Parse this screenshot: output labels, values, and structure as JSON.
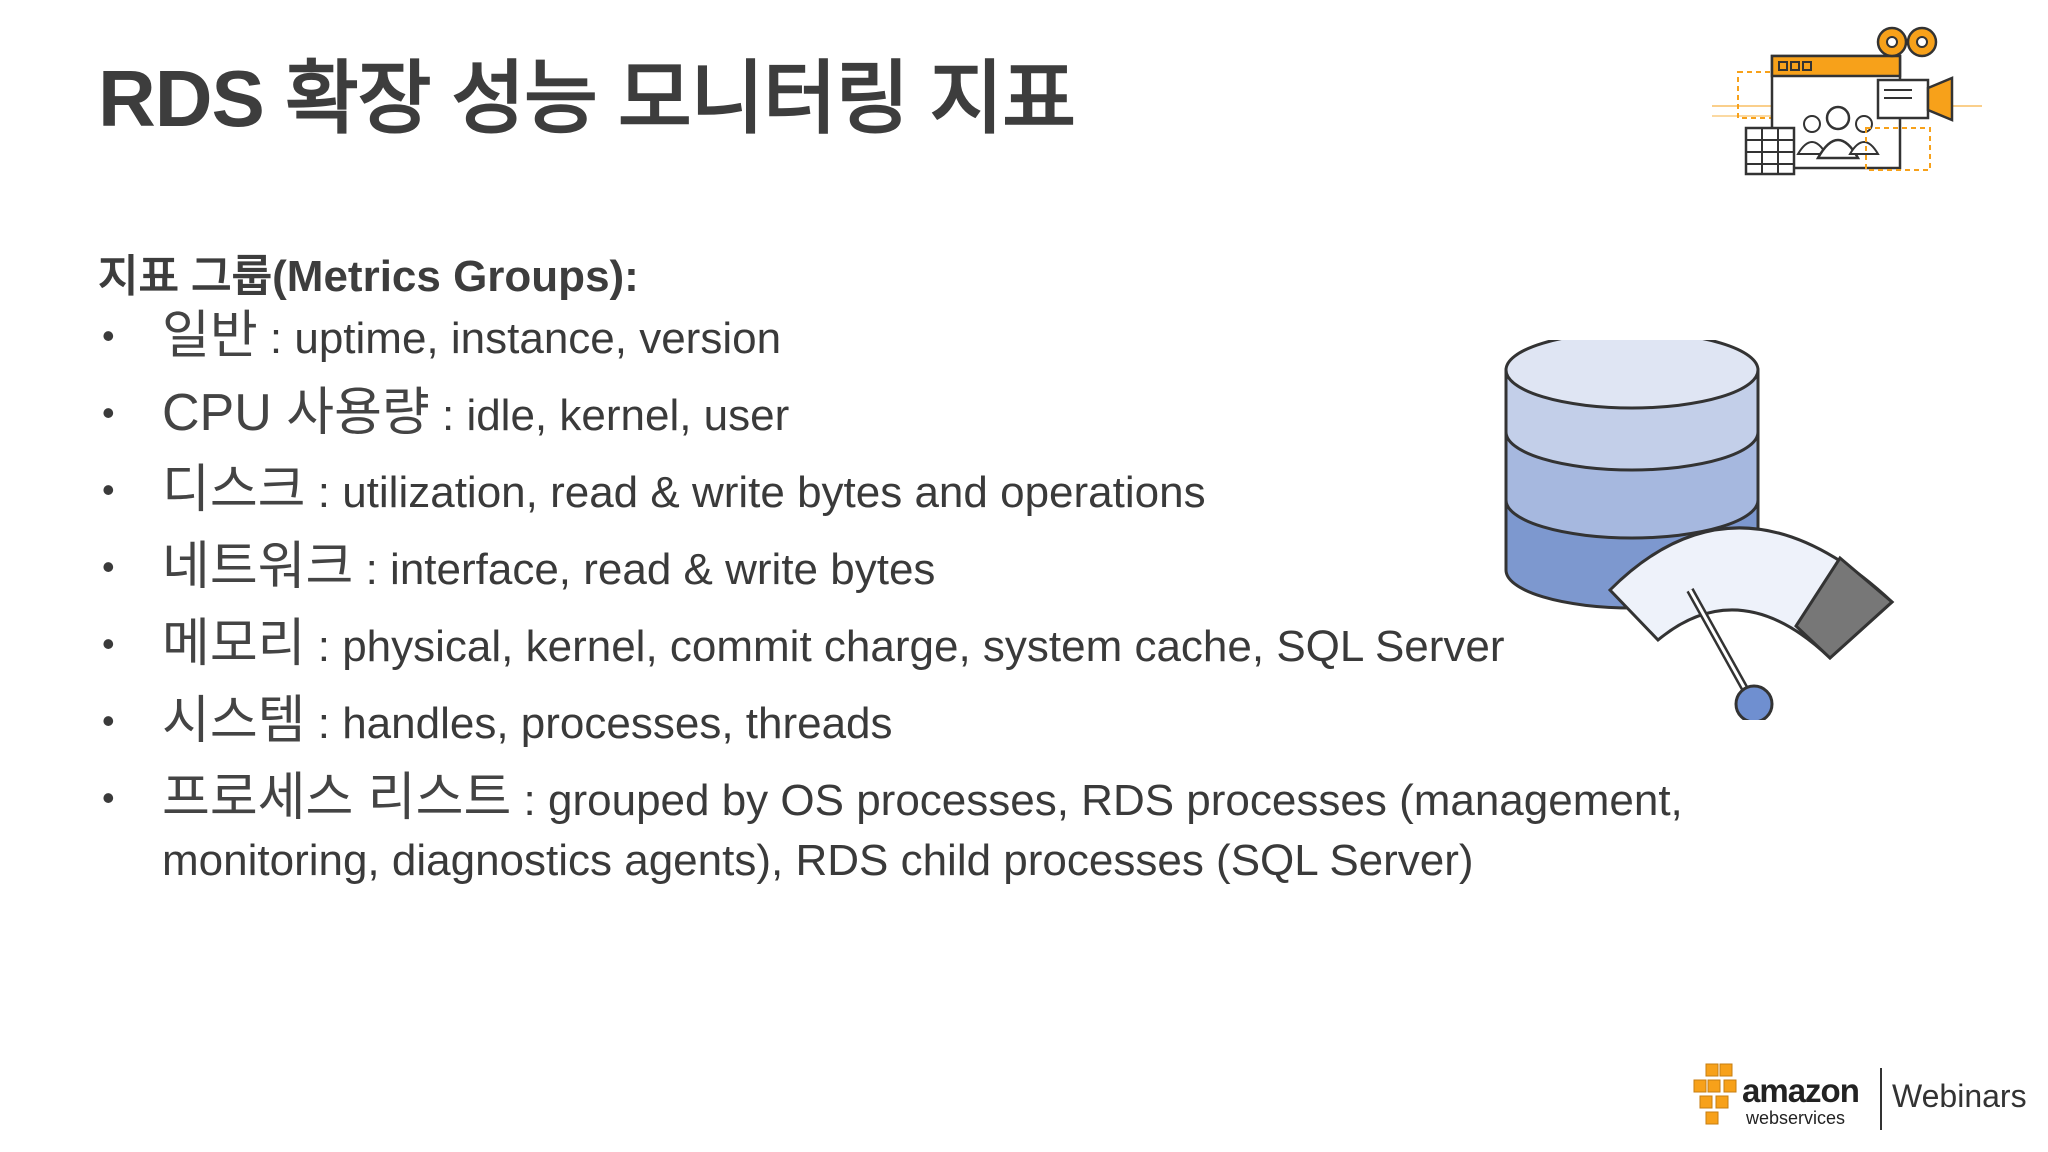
{
  "title": "RDS 확장 성능 모니터링 지표",
  "section_heading": "지표 그룹(Metrics Groups):",
  "bullets": [
    {
      "ko": "일반",
      "text": " : uptime, instance, version"
    },
    {
      "ko": "CPU 사용량",
      "text": " : idle, kernel, user"
    },
    {
      "ko": "디스크",
      "text": " : utilization, read & write bytes and operations"
    },
    {
      "ko": "네트워크",
      "text": " : interface, read & write bytes"
    },
    {
      "ko": "메모리",
      "text": " : physical, kernel, commit charge, system cache, SQL Server"
    },
    {
      "ko": "시스템",
      "text": " : handles, processes, threads"
    },
    {
      "ko": "프로세스 리스트",
      "text": " : grouped by OS processes, RDS processes (management, monitoring, diagnostics agents), RDS child processes (SQL Server)"
    }
  ],
  "logo": {
    "amazon": "amazon",
    "webservices": "webservices",
    "webinars": "Webinars"
  },
  "icons": {
    "top_right": "webinar-presentation-icon",
    "illustration": "database-gauge-icon",
    "logo_mark": "aws-cubes-icon"
  },
  "colors": {
    "orange": "#f7a11a",
    "db_light": "#d6deee",
    "db_mid": "#a6b8df",
    "db_dark": "#7d98cf",
    "gauge_needle": "#6f8fd0"
  }
}
